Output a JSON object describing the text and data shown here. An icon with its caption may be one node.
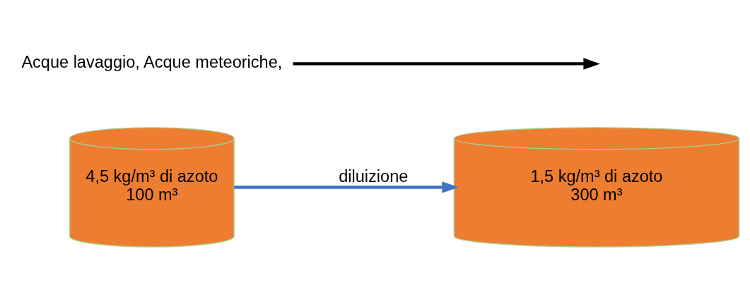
{
  "diagram": {
    "nodes": [
      {
        "text": [
          "4,5 kg/m³ di azoto",
          "100 m³"
        ]
      },
      {
        "text": [
          "1,5 kg/m³ di azoto",
          "300 m³"
        ]
      },
      {
        "text": [
          "Acque lavaggio, Acque meteoriche,"
        ]
      }
    ],
    "edges": [
      {
        "from": 0,
        "to": 1,
        "arrow": "to",
        "label": "diluizione",
        "color": "#4472c4"
      },
      {
        "from": 2,
        "to": null,
        "arrow": "to",
        "color": "#000000"
      }
    ]
  }
}
